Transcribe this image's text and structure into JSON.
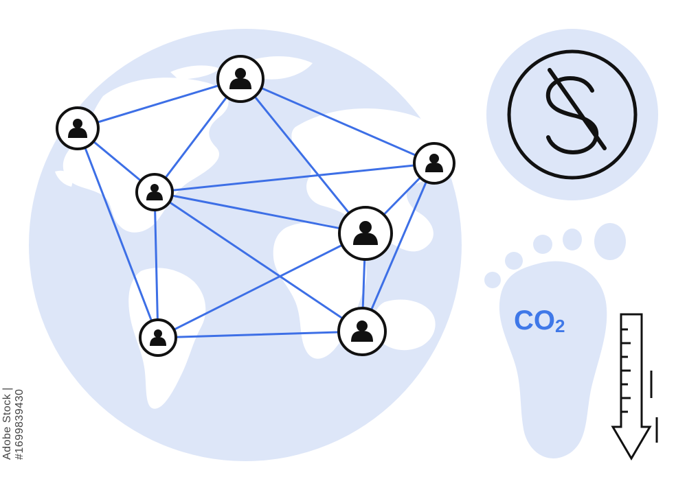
{
  "colors": {
    "globe": "#dde6f8",
    "land": "#ffffff",
    "link": "#3d6fe6",
    "outline": "#111111",
    "co2_text": "#3f78e8"
  },
  "network": {
    "nodes": [
      {
        "id": "n1"
      },
      {
        "id": "n2"
      },
      {
        "id": "n3"
      },
      {
        "id": "n4"
      },
      {
        "id": "n5"
      },
      {
        "id": "n6"
      },
      {
        "id": "n7"
      }
    ]
  },
  "co2": {
    "label": "CO",
    "subscript": "2"
  },
  "icons": [
    "dollar-icon",
    "footprint-icon",
    "down-arrow-icon",
    "person-icon",
    "globe-icon"
  ],
  "watermark": {
    "text": "Adobe Stock | #1699839430"
  }
}
